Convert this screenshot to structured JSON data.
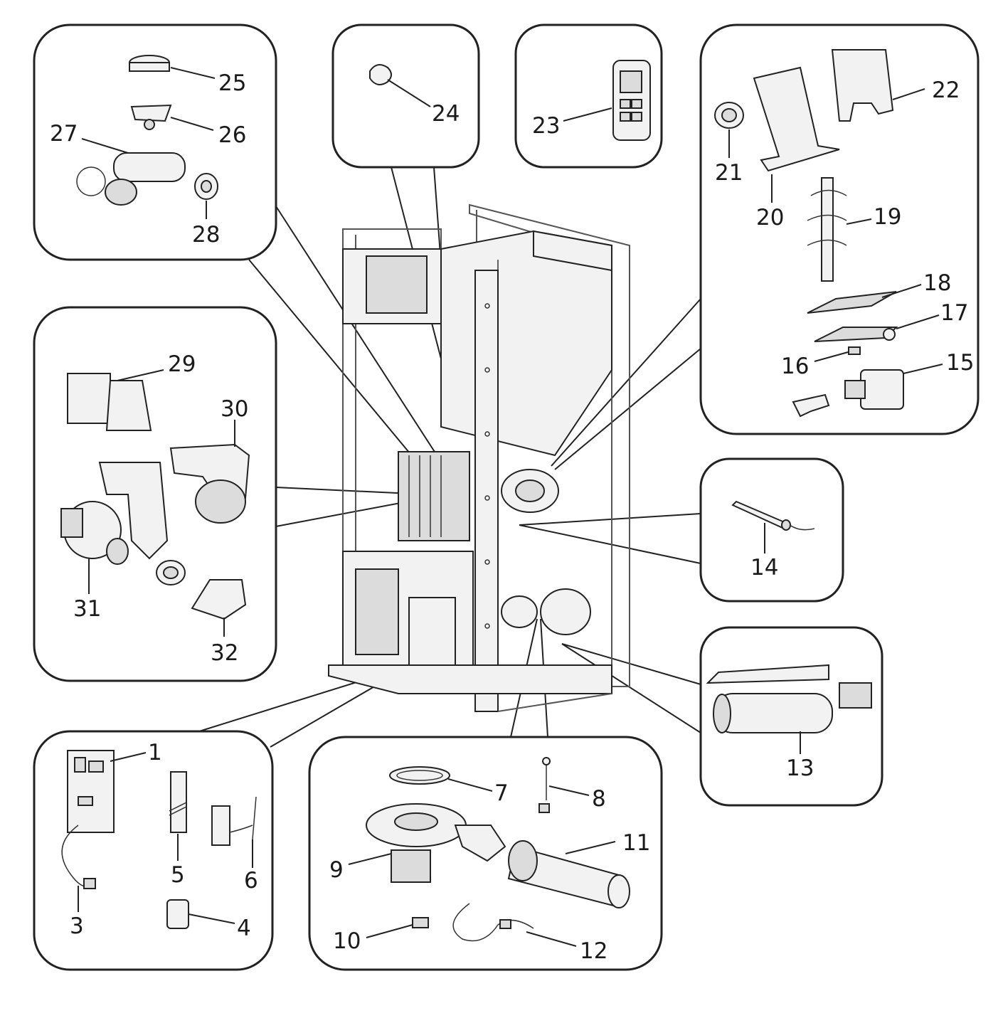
{
  "diagram": {
    "labels": {
      "p1": "1",
      "p3": "3",
      "p4": "4",
      "p5": "5",
      "p6": "6",
      "p7": "7",
      "p8": "8",
      "p9": "9",
      "p10": "10",
      "p11": "11",
      "p12": "12",
      "p13": "13",
      "p14": "14",
      "p15": "15",
      "p16": "16",
      "p17": "17",
      "p18": "18",
      "p19": "19",
      "p20": "20",
      "p21": "21",
      "p22": "22",
      "p23": "23",
      "p24": "24",
      "p25": "25",
      "p26": "26",
      "p27": "27",
      "p28": "28",
      "p29": "29",
      "p30": "30",
      "p31": "31",
      "p32": "32"
    }
  }
}
